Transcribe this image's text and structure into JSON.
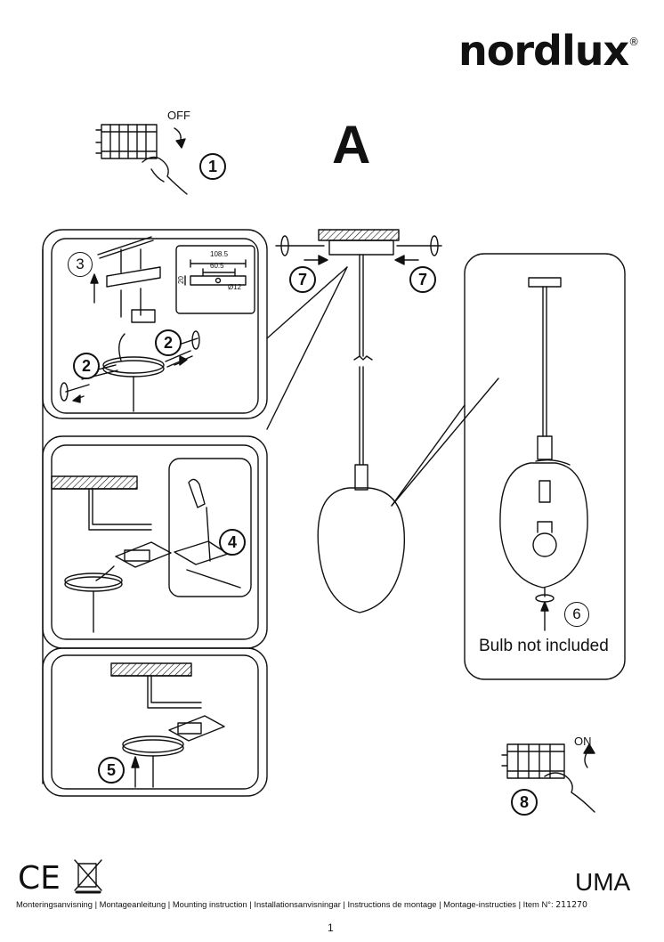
{
  "brand": {
    "name": "nordlux",
    "mark": "®"
  },
  "section_label": "A",
  "switch_off": "OFF",
  "switch_on": "ON",
  "steps": [
    "1",
    "2",
    "2",
    "3",
    "4",
    "5",
    "6",
    "7",
    "7",
    "8"
  ],
  "dimensions": {
    "width_outer": "108.5",
    "width_inner": "60.5",
    "height": "20",
    "hole": "Ø12"
  },
  "bulb_note": "Bulb not included",
  "product_name": "UMA",
  "footer": {
    "text": "Monteringsanvisning | Montageanleitung | Mounting instruction | Installationsanvisningar | Instructions de montage | Montage-instructies | Item N°:",
    "item_number": "211270"
  },
  "page_number": "1",
  "certifications": [
    "CE",
    "WEEE"
  ]
}
